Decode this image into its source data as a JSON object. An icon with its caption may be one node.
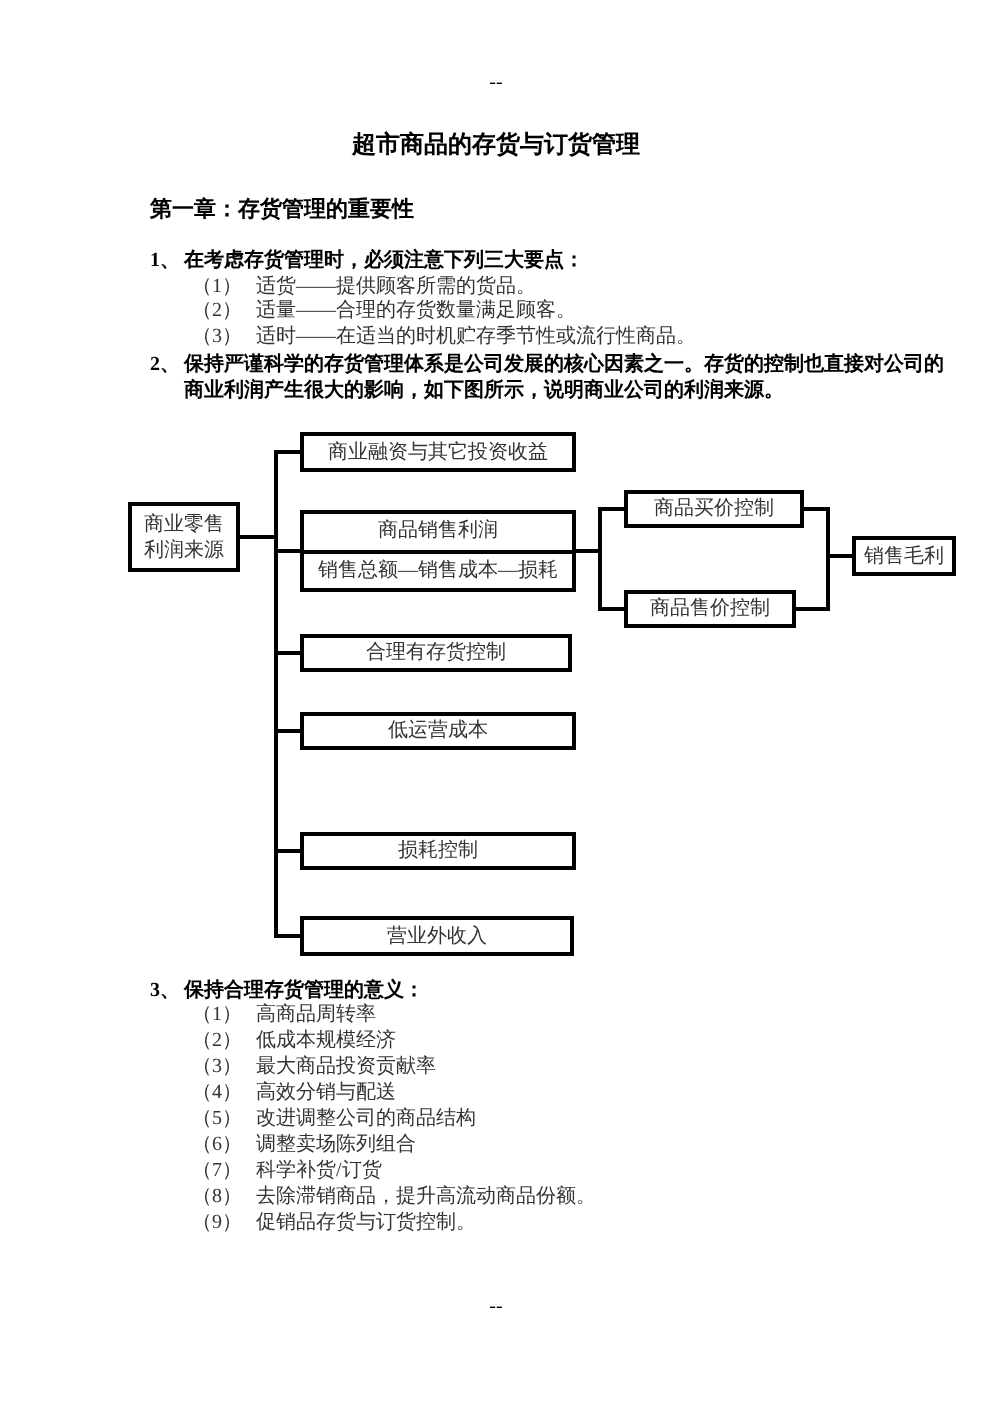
{
  "diagram": {
    "title": "超市商品的存货与订货管理",
    "nodes": [
      {
        "text": [
          "商业零售利润来源"
        ]
      },
      {
        "text": [
          "商业融资与其它投资收益"
        ]
      },
      {
        "text": [
          "商品销售利润",
          "销售总额—销售成本—损耗"
        ]
      },
      {
        "text": [
          "商品买价控制"
        ]
      },
      {
        "text": [
          "商品售价控制"
        ]
      },
      {
        "text": [
          "销售毛利"
        ]
      },
      {
        "text": [
          "合理有存货控制"
        ]
      },
      {
        "text": [
          "低运营成本"
        ]
      },
      {
        "text": [
          "损耗控制"
        ]
      },
      {
        "text": [
          "营业外收入"
        ]
      }
    ],
    "edges": [
      {
        "from": 0,
        "to": 1,
        "arrow": "none"
      },
      {
        "from": 0,
        "to": 2,
        "arrow": "none"
      },
      {
        "from": 0,
        "to": 6,
        "arrow": "none"
      },
      {
        "from": 0,
        "to": 7,
        "arrow": "none"
      },
      {
        "from": 0,
        "to": 8,
        "arrow": "none"
      },
      {
        "from": 0,
        "to": 9,
        "arrow": "none"
      },
      {
        "from": 2,
        "to": 3,
        "arrow": "none"
      },
      {
        "from": 2,
        "to": 4,
        "arrow": "none"
      },
      {
        "from": 3,
        "to": 5,
        "arrow": "none"
      },
      {
        "from": 4,
        "to": 5,
        "arrow": "none"
      }
    ],
    "labels": [
      "--",
      "第一章：存货管理的重要性",
      "1、",
      "在考虑存货管理时，必须注意下列三大要点：",
      "（1）",
      "适货——提供顾客所需的货品。",
      "（2）",
      "适量——合理的存货数量满足顾客。",
      "（3）",
      "适时——在适当的时机贮存季节性或流行性商品。",
      "2、",
      "保持严谨科学的存货管理体系是公司发展的核心因素之一。存货的控制也直接对公司的商业利润产生很大的影响，如下图所示，说明商业公司的利润来源。",
      "3、",
      "保持合理存货管理的意义：",
      "（1）",
      "高商品周转率",
      "（2）",
      "低成本规模经济",
      "（3）",
      "最大商品投资贡献率",
      "（4）",
      "高效分销与配送",
      "（5）",
      "改进调整公司的商品结构",
      "（6）",
      "调整卖场陈列组合",
      "（7）",
      "科学补货/订货",
      "（8）",
      "去除滞销商品，提升高流动商品份额。",
      "（9）",
      "促销品存货与订货控制。",
      "--"
    ]
  }
}
